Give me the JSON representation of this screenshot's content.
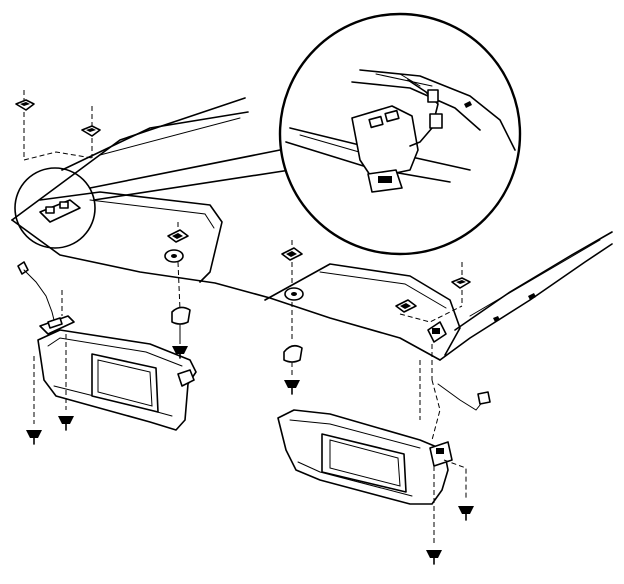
{
  "diagram": {
    "kind": "exploded-view",
    "colors": {
      "ink": "#000000",
      "paper": "#ffffff"
    },
    "parts": [
      "headliner-panel",
      "left-sun-visor",
      "right-sun-visor",
      "visor-mirror",
      "visor-bracket",
      "visor-retainer-clip",
      "screw",
      "wiring-harness",
      "detail-magnifier-circle"
    ]
  }
}
